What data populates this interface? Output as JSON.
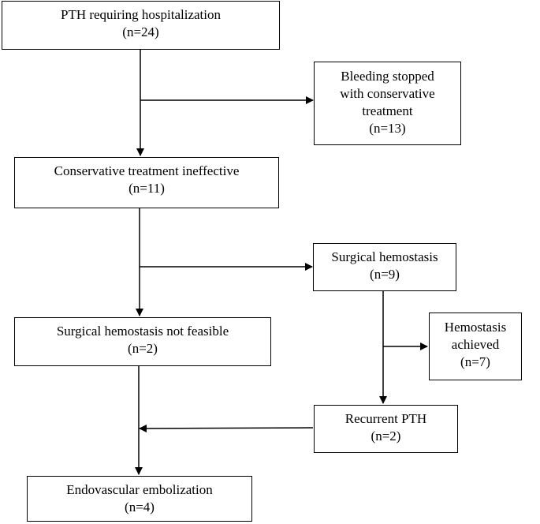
{
  "nodes": {
    "pth": {
      "line1": "PTH requiring hospitalization",
      "line2": "(n=24)"
    },
    "stopped": {
      "line1": "Bleeding stopped",
      "line2": "with conservative",
      "line3": "treatment",
      "line4": "(n=13)"
    },
    "ineffective": {
      "line1": "Conservative treatment ineffective",
      "line2": "(n=11)"
    },
    "surgical": {
      "line1": "Surgical hemostasis",
      "line2": "(n=9)"
    },
    "not_feasible": {
      "line1": "Surgical hemostasis not feasible",
      "line2": "(n=2)"
    },
    "achieved": {
      "line1": "Hemostasis",
      "line2": "achieved",
      "line3": "(n=7)"
    },
    "recurrent": {
      "line1": "Recurrent PTH",
      "line2": "(n=2)"
    },
    "embolization": {
      "line1": "Endovascular embolization",
      "line2": "(n=4)"
    }
  },
  "colors": {
    "stroke": "#000000",
    "background": "#ffffff"
  }
}
